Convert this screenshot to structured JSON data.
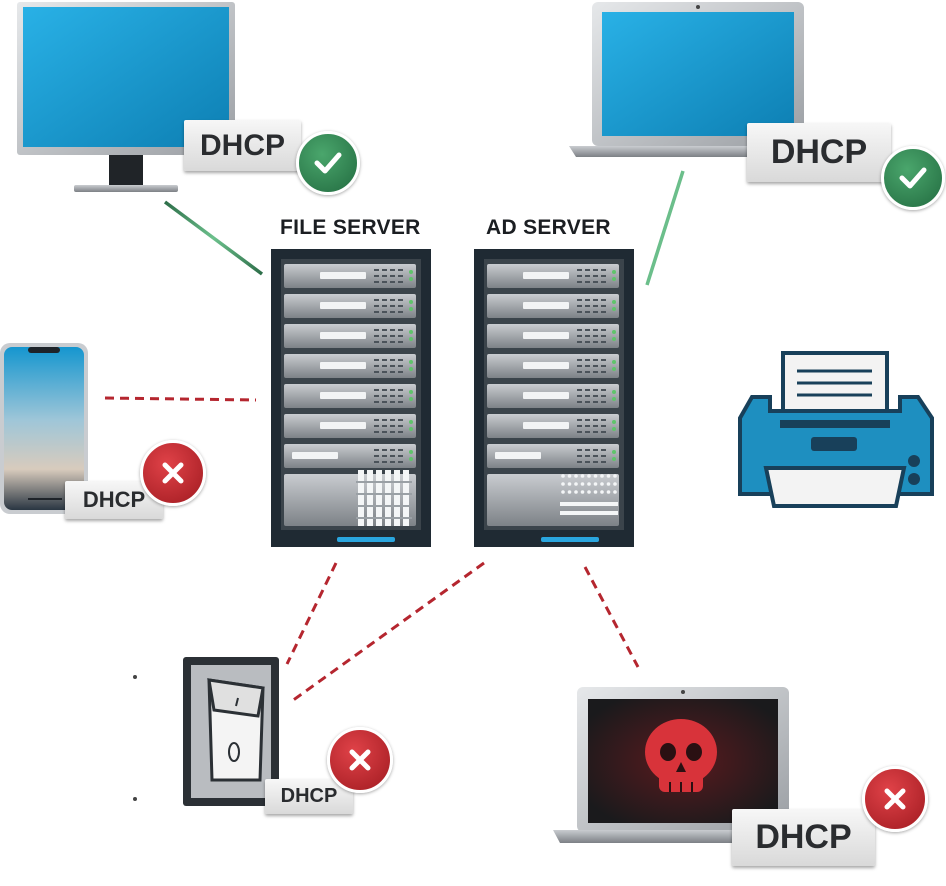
{
  "servers": {
    "file_server_label": "FILE SERVER",
    "ad_server_label": "AD SERVER"
  },
  "devices": [
    {
      "id": "desktop",
      "tag": "DHCP",
      "status": "ok"
    },
    {
      "id": "laptop-top",
      "tag": "DHCP",
      "status": "ok"
    },
    {
      "id": "phone",
      "tag": "DHCP",
      "status": "fail"
    },
    {
      "id": "printer",
      "tag": "",
      "status": "none"
    },
    {
      "id": "switch",
      "tag": "DHCP",
      "status": "fail"
    },
    {
      "id": "laptop-infected",
      "tag": "DHCP",
      "status": "fail"
    }
  ],
  "colors": {
    "ok_line": "#3a8f5c",
    "fail_line": "#b5262f",
    "ok_badge": "#2f8550",
    "fail_badge": "#c8262d",
    "screen_blue": "#1a9ad0",
    "rack": "#1f2a33",
    "printer_blue": "#1e8fc0",
    "skull": "#d8333a"
  },
  "icons": {
    "check": "check-icon",
    "cross": "cross-icon",
    "skull": "skull-icon"
  }
}
